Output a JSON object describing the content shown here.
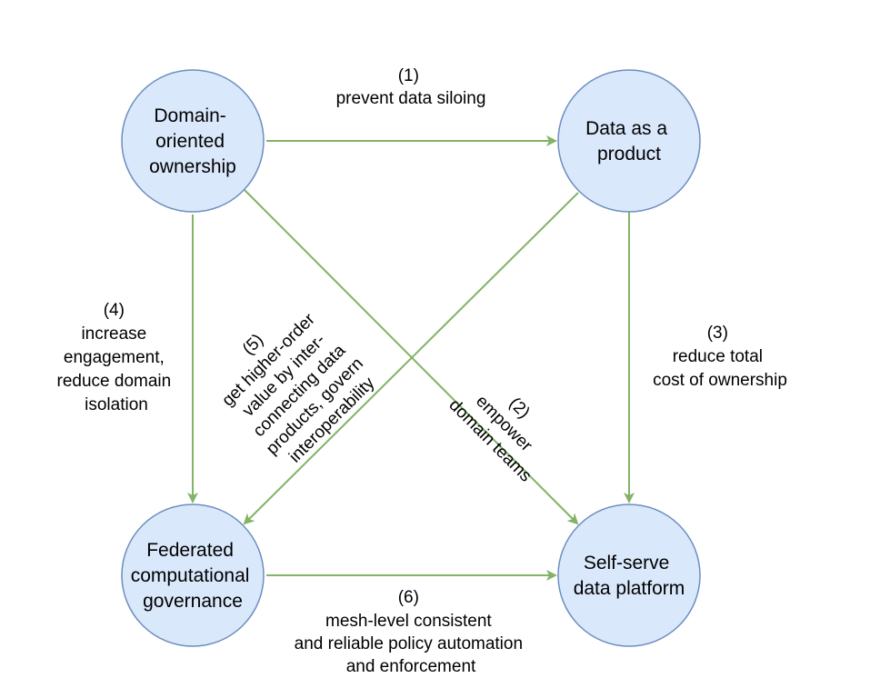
{
  "colors": {
    "node_fill": "#dae8fc",
    "node_stroke": "#6c8ebf",
    "edge": "#82b366",
    "text": "#000000"
  },
  "nodes": {
    "domain": {
      "lines": [
        "Domain-",
        "oriented",
        "ownership"
      ]
    },
    "product": {
      "lines": [
        "Data as a",
        "product"
      ]
    },
    "governance": {
      "lines": [
        "Federated",
        "computational",
        "governance"
      ]
    },
    "platform": {
      "lines": [
        "Self-serve",
        "data platform"
      ]
    }
  },
  "edges": {
    "e1": {
      "lines": [
        "(1)",
        "prevent data siloing"
      ]
    },
    "e2": {
      "lines": [
        "(2)",
        "empower",
        "domain teams"
      ]
    },
    "e3": {
      "lines": [
        "(3)",
        "reduce total",
        "cost of ownership"
      ]
    },
    "e4": {
      "lines": [
        "(4)",
        "increase",
        "engagement,",
        "reduce domain",
        "isolation"
      ]
    },
    "e5": {
      "lines": [
        "(5)",
        "get higher-order",
        "value by inter-",
        "connecting data",
        "products, govern",
        "interoperability"
      ]
    },
    "e6": {
      "lines": [
        "(6)",
        "mesh-level consistent",
        "and reliable policy automation",
        "and enforcement"
      ]
    }
  }
}
